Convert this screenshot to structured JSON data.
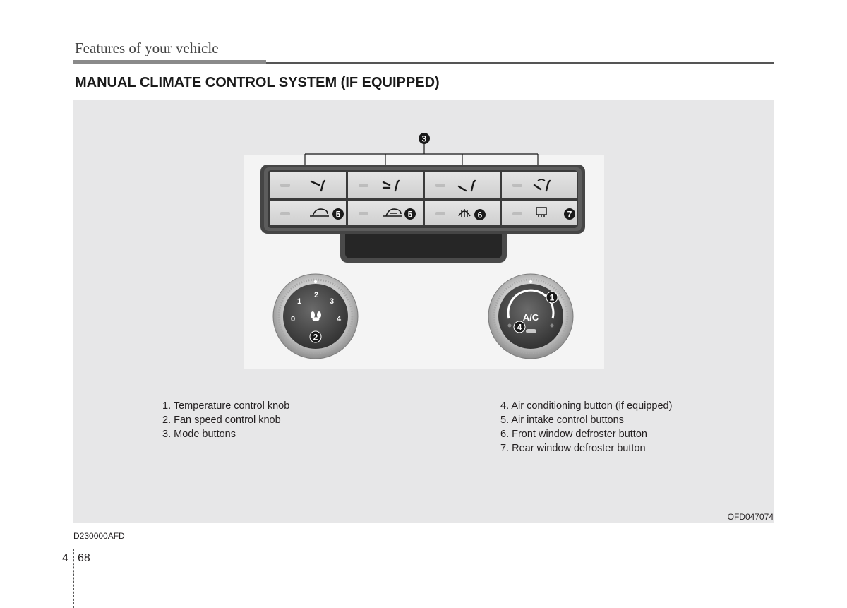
{
  "header": {
    "section_title": "Features of your vehicle",
    "page_heading": "MANUAL CLIMATE CONTROL SYSTEM (IF EQUIPPED)"
  },
  "figure": {
    "figure_code": "OFD047074",
    "callouts": {
      "mode_buttons": "3",
      "air_intake_1": "5",
      "air_intake_2": "5",
      "front_defrost": "6",
      "rear_defrost": "7",
      "fan_knob": "2",
      "temp_knob": "1",
      "ac_button": "4"
    },
    "fan_knob": {
      "scale": [
        "0",
        "1",
        "2",
        "3",
        "4"
      ]
    },
    "temp_knob": {
      "button_label": "A/C"
    }
  },
  "legend": {
    "left": [
      "1. Temperature control knob",
      "2. Fan speed control knob",
      "3. Mode buttons"
    ],
    "right": [
      "4. Air conditioning button (if equipped)",
      "5. Air intake control buttons",
      "6. Front window defroster button",
      "7. Rear window defroster button"
    ]
  },
  "footer": {
    "doc_code": "D230000AFD",
    "chapter": "4",
    "page": "68"
  },
  "colors": {
    "panel_dark": "#3a3a3a",
    "button_face": "#d8d8d8",
    "callout_fill": "#1a1a1a"
  }
}
